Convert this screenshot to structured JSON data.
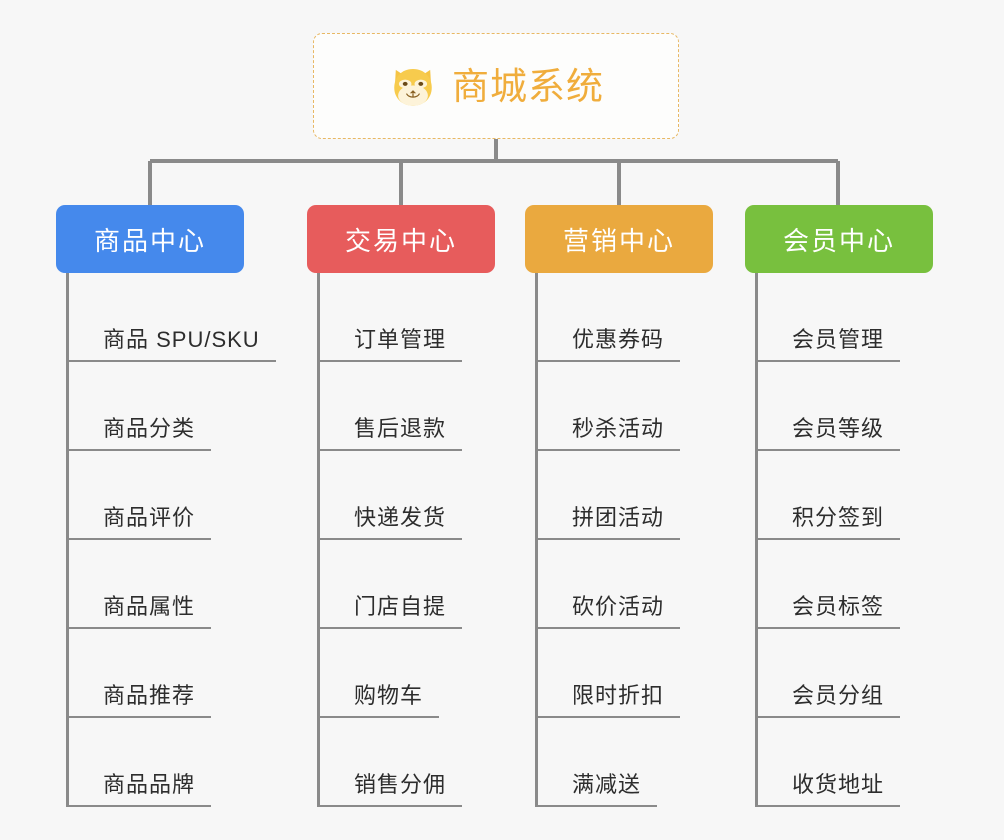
{
  "page": {
    "background": "#f7f7f7",
    "line_color": "#8a8a8a"
  },
  "root": {
    "title": "商城系统",
    "icon": "shiba-inu-dog-emoji",
    "text_color": "#f0ad3c",
    "border_color": "#e8b864"
  },
  "columns": [
    {
      "label": "商品中心",
      "color": "#4589ec",
      "items": [
        "商品 SPU/SKU",
        "商品分类",
        "商品评价",
        "商品属性",
        "商品推荐",
        "商品品牌"
      ]
    },
    {
      "label": "交易中心",
      "color": "#e75c5c",
      "items": [
        "订单管理",
        "售后退款",
        "快递发货",
        "门店自提",
        "购物车",
        "销售分佣"
      ]
    },
    {
      "label": "营销中心",
      "color": "#eaa93f",
      "items": [
        "优惠券码",
        "秒杀活动",
        "拼团活动",
        "砍价活动",
        "限时折扣",
        "满减送"
      ]
    },
    {
      "label": "会员中心",
      "color": "#78c03e",
      "items": [
        "会员管理",
        "会员等级",
        "积分签到",
        "会员标签",
        "会员分组",
        "收货地址"
      ]
    }
  ]
}
